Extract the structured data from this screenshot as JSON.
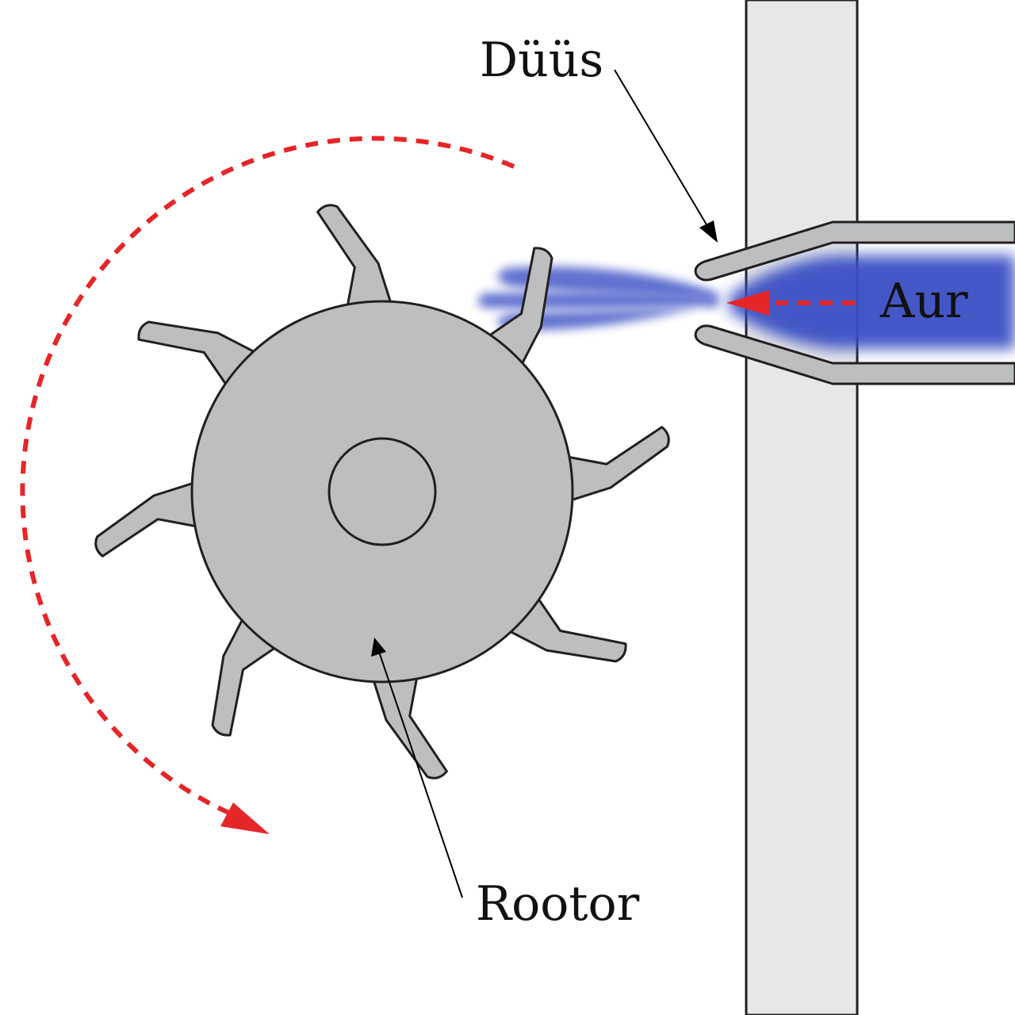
{
  "labels": {
    "nozzle": "Düüs",
    "steam": "Aur",
    "rotor": "Rootor"
  },
  "colors": {
    "metal_fill": "#bcbec0",
    "wall_fill": "#e6e7e8",
    "outline": "#231f20",
    "steam_jet": "#3a4fc4",
    "flow_arrow": "#e52629"
  },
  "rotor": {
    "blade_count": 8
  }
}
